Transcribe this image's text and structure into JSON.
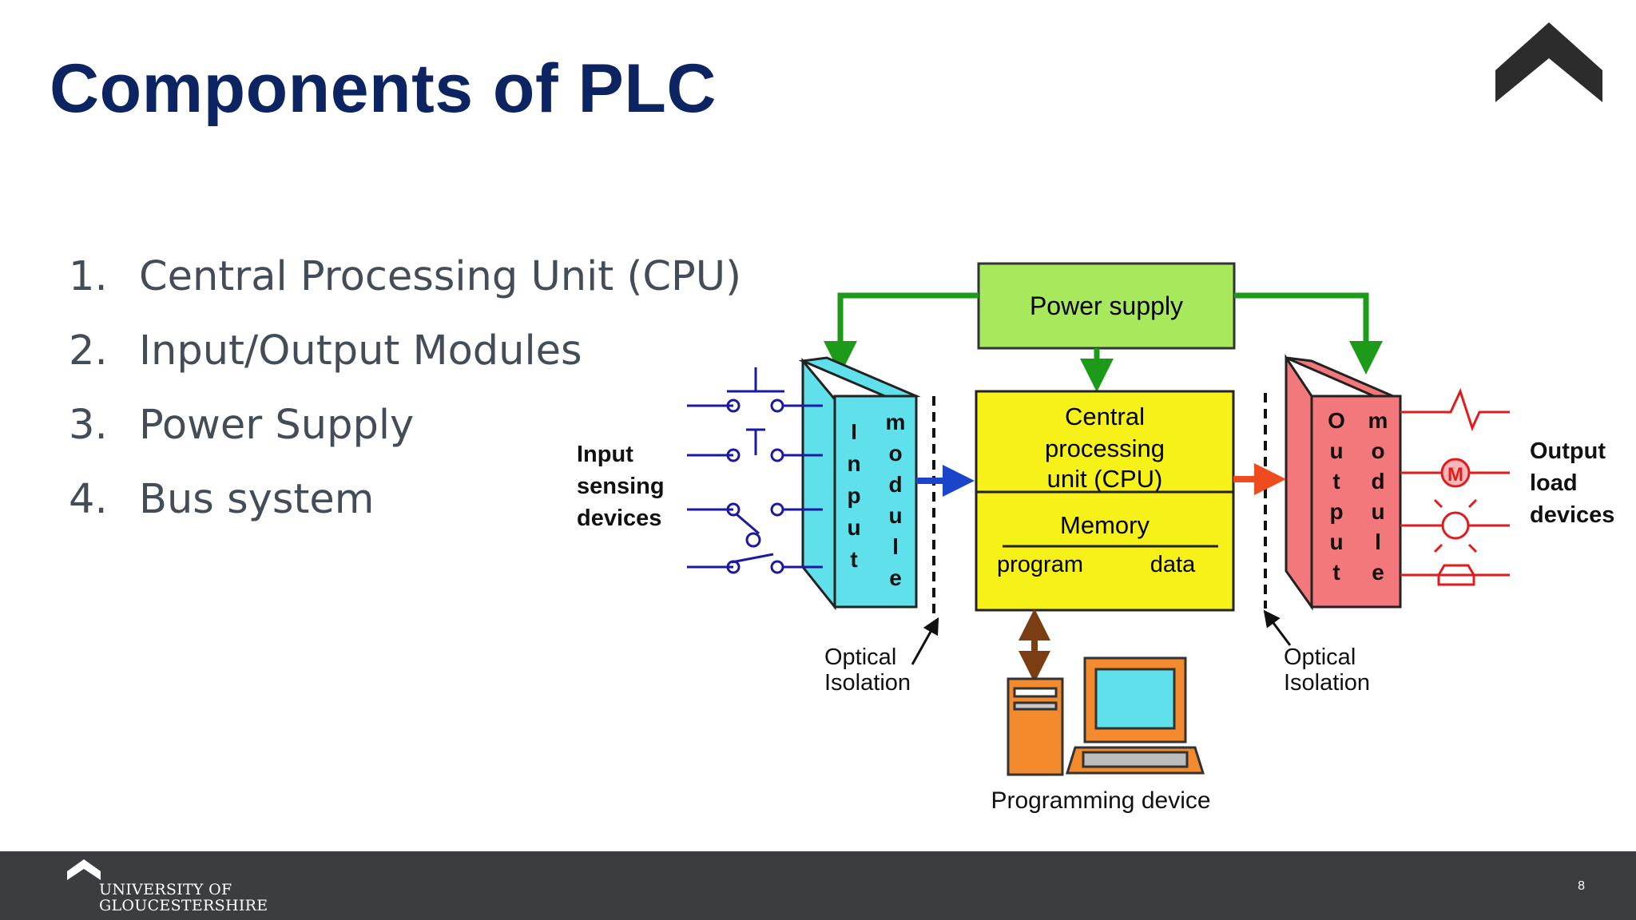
{
  "slide": {
    "title": "Components of PLC",
    "bullets": [
      {
        "number": "1.",
        "text": "Central Processing Unit (CPU)"
      },
      {
        "number": "2.",
        "text": "Input/Output Modules"
      },
      {
        "number": "3.",
        "text": "Power Supply"
      },
      {
        "number": "4.",
        "text": "Bus system"
      }
    ]
  },
  "diagram": {
    "power_supply": "Power supply",
    "cpu": [
      "Central",
      "processing",
      "unit (CPU)"
    ],
    "memory": "Memory",
    "memory_program": "program",
    "memory_data": "data",
    "input_module": [
      "I",
      "n",
      "p",
      "u",
      "t"
    ],
    "input_module_word": [
      "m",
      "o",
      "d",
      "u",
      "l",
      "e"
    ],
    "output_module": [
      "O",
      "u",
      "t",
      "p",
      "u",
      "t"
    ],
    "output_module_word": [
      "m",
      "o",
      "d",
      "u",
      "l",
      "e"
    ],
    "input_devices": [
      "Input",
      "sensing",
      "devices"
    ],
    "output_devices": [
      "Output",
      "load",
      "devices"
    ],
    "optical_isolation_left": [
      "Optical",
      "Isolation"
    ],
    "optical_isolation_right": [
      "Optical",
      "Isolation"
    ],
    "programming_device": "Programming device",
    "motor_symbol": "M",
    "colors": {
      "power": "#a7e85c",
      "cpu": "#f6f219",
      "input": "#5fe0ea",
      "output": "#f2787b",
      "pc": "#f38a2e",
      "wire_green": "#1e9a1a",
      "arrow_blue": "#1a44c9",
      "arrow_red": "#ee4b1e",
      "arrow_brown": "#7a3e12",
      "switch_wire": "#1a1aa0",
      "output_wire": "#e01b1b"
    }
  },
  "footer": {
    "university_line1": "UNIVERSITY OF",
    "university_line2": "GLOUCESTERSHIRE",
    "page_number": "8"
  }
}
